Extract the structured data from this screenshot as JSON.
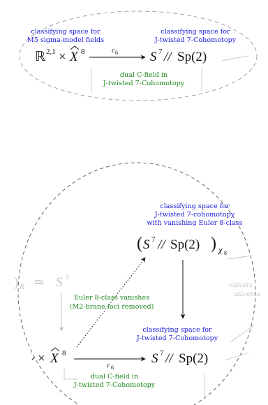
{
  "top": {
    "label_left": [
      "classifying space for",
      "M5 sigma-model fields"
    ],
    "label_right": [
      "classifying space for",
      "J-twisted 7-Cohomotopy"
    ],
    "left_space": "ℝ",
    "left_sup": "2,1",
    "times": "×",
    "x_letter": "X",
    "x_sup": "8",
    "arrow_label": "c",
    "arrow_sub": "6",
    "right_S": "S",
    "right_sup": "7",
    "quot": "//",
    "sp": "Sp(2)",
    "green_label": [
      "dual C-field in",
      "J-twisted 7-Cohomotopy"
    ]
  },
  "bottom": {
    "top_label": [
      "classifying space for",
      "J-twisted 7-cohomotopy",
      "with vanishing Euler 8-class"
    ],
    "top_S": "S",
    "top_sup": "7",
    "quot": "//",
    "top_sp": "Sp(2)",
    "chi": "χ",
    "chi_sub": "8",
    "euler_label": [
      "Euler 8-class vanishes",
      "(M2-brane loci removed)"
    ],
    "right_label": [
      "classifying space for",
      "J-twisted 7-Cohomotopy"
    ],
    "grey_left_r": "R",
    "grey_left_eq": "≃",
    "grey_left_S": "S",
    "grey_left_sup": "3",
    "grey_right": [
      "univers",
      "universa"
    ],
    "left_times": "×",
    "x_letter": "X",
    "x_sup": "8",
    "arrow_label": "c",
    "arrow_sub": "6",
    "right_S": "S",
    "right_sup": "7",
    "sp": "Sp(2)",
    "green_label": [
      "dual C-field in",
      "J-twisted 7-Cohomotopy"
    ]
  }
}
